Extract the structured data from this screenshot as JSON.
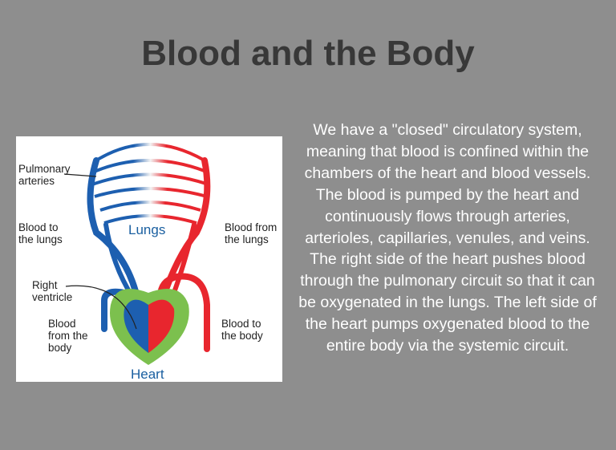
{
  "slide": {
    "title": "Blood and the Body",
    "body": "We have a \"closed\" circulatory system, meaning that blood is confined within the chambers of the heart and blood vessels. The blood is pumped by the heart and continuously flows through arteries, arterioles, capillaries, venules, and veins. The right side of the heart pushes blood through the pulmonary circuit so that it can be oxygenated in the lungs. The left side of the heart pumps oxygenated blood to the entire body via the systemic circuit."
  },
  "diagram": {
    "labels": {
      "pulmonary_1": "Pulmonary",
      "pulmonary_2": "arteries",
      "to_lungs_1": "Blood to",
      "to_lungs_2": "the lungs",
      "lungs": "Lungs",
      "from_lungs_1": "Blood from",
      "from_lungs_2": "the lungs",
      "rv_1": "Right",
      "rv_2": "ventricle",
      "from_body_1": "Blood",
      "from_body_2": "from the",
      "from_body_3": "body",
      "to_body_1": "Blood to",
      "to_body_2": "the body",
      "heart": "Heart"
    },
    "colors": {
      "deoxygenated": "#1d5fb0",
      "oxygenated": "#e8262e",
      "heart": "#7cc04e"
    }
  }
}
